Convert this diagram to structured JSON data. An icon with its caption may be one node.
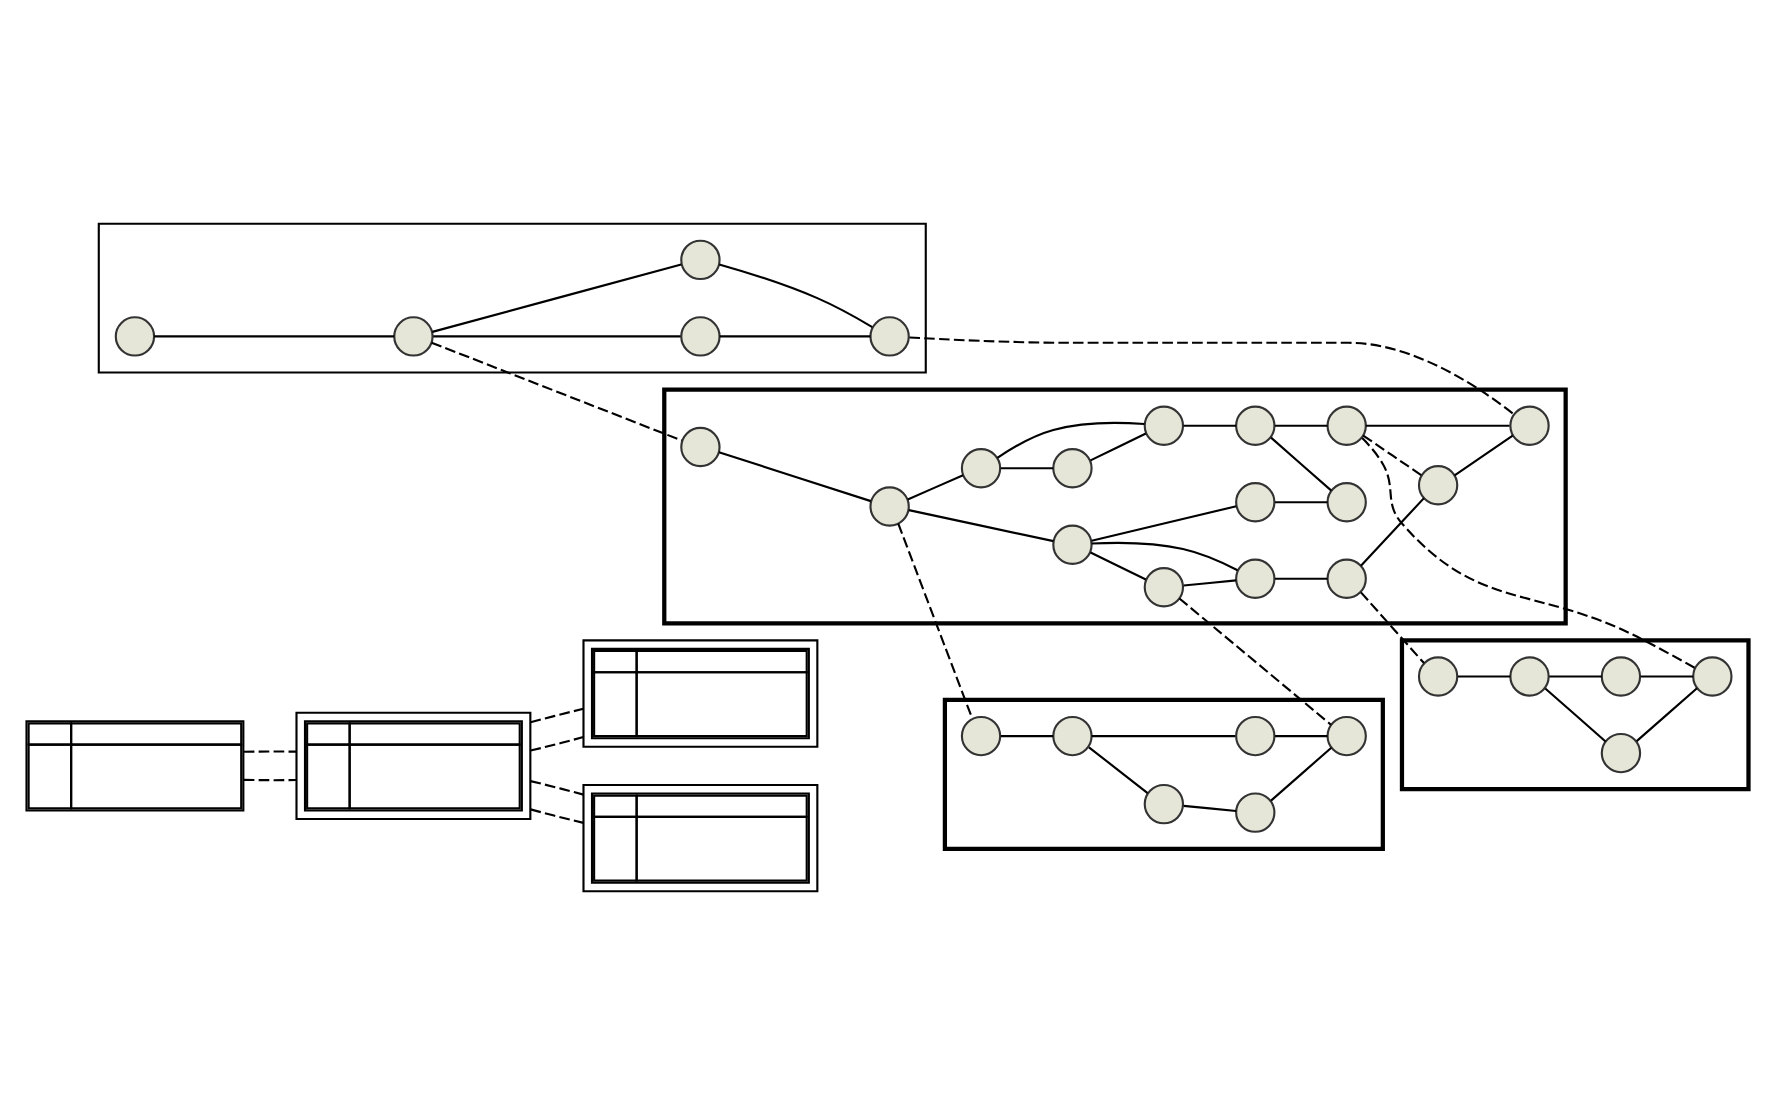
{
  "diagram": {
    "nodes": [
      {
        "text": [],
        "shape": "table"
      },
      {
        "text": [],
        "shape": "box"
      },
      {
        "text": [],
        "shape": "circle",
        "in": 1
      },
      {
        "text": [],
        "shape": "circle",
        "in": 1
      },
      {
        "text": [],
        "shape": "circle",
        "in": 1
      },
      {
        "text": [],
        "shape": "circle",
        "in": 1
      },
      {
        "text": [],
        "shape": "circle",
        "in": 1
      },
      {
        "text": [],
        "shape": "table"
      },
      {
        "text": [],
        "shape": "box"
      },
      {
        "text": [],
        "shape": "circle",
        "in": 8
      },
      {
        "text": [],
        "shape": "circle",
        "in": 8
      },
      {
        "text": [],
        "shape": "circle",
        "in": 8
      },
      {
        "text": [],
        "shape": "circle",
        "in": 8
      },
      {
        "text": [],
        "shape": "circle",
        "in": 8
      },
      {
        "text": [],
        "shape": "circle",
        "in": 8
      },
      {
        "text": [],
        "shape": "circle",
        "in": 8
      },
      {
        "text": [],
        "shape": "circle",
        "in": 8
      },
      {
        "text": [],
        "shape": "circle",
        "in": 8
      },
      {
        "text": [],
        "shape": "circle",
        "in": 8
      },
      {
        "text": [],
        "shape": "circle",
        "in": 8
      },
      {
        "text": [],
        "shape": "circle",
        "in": 8
      },
      {
        "text": [],
        "shape": "circle",
        "in": 8
      },
      {
        "text": [],
        "shape": "circle",
        "in": 8
      },
      {
        "text": [],
        "shape": "circle",
        "in": 8
      },
      {
        "text": [],
        "shape": "table"
      },
      {
        "text": [],
        "shape": "table"
      },
      {
        "text": [],
        "shape": "box"
      },
      {
        "text": [],
        "shape": "circle",
        "in": 26
      },
      {
        "text": [],
        "shape": "circle",
        "in": 26
      },
      {
        "text": [],
        "shape": "circle",
        "in": 26
      },
      {
        "text": [],
        "shape": "circle",
        "in": 26
      },
      {
        "text": [],
        "shape": "circle",
        "in": 26
      },
      {
        "text": [],
        "shape": "circle",
        "in": 26
      },
      {
        "text": [],
        "shape": "box"
      },
      {
        "text": [],
        "shape": "circle",
        "in": 33
      },
      {
        "text": [],
        "shape": "circle",
        "in": 33
      },
      {
        "text": [],
        "shape": "circle",
        "in": 33
      },
      {
        "text": [],
        "shape": "circle",
        "in": 33
      },
      {
        "text": [],
        "shape": "circle",
        "in": 33
      }
    ],
    "edges": [
      {
        "from": 0,
        "to": 7,
        "arrow": "none",
        "style": "dashed"
      },
      {
        "from": 0,
        "to": 7,
        "arrow": "none",
        "style": "dashed"
      },
      {
        "from": 7,
        "to": 24,
        "arrow": "none",
        "style": "dashed"
      },
      {
        "from": 7,
        "to": 24,
        "arrow": "none",
        "style": "dashed"
      },
      {
        "from": 7,
        "to": 25,
        "arrow": "none",
        "style": "dashed"
      },
      {
        "from": 7,
        "to": 25,
        "arrow": "none",
        "style": "dashed"
      },
      {
        "from": 2,
        "to": 3,
        "arrow": "none"
      },
      {
        "from": 3,
        "to": 4,
        "arrow": "none"
      },
      {
        "from": 4,
        "to": 5,
        "arrow": "none"
      },
      {
        "from": 3,
        "to": 6,
        "arrow": "none"
      },
      {
        "from": 6,
        "to": 5,
        "arrow": "none"
      },
      {
        "from": 3,
        "to": 9,
        "arrow": "none",
        "style": "dashed"
      },
      {
        "from": 5,
        "to": 16,
        "arrow": "none",
        "style": "dashed"
      },
      {
        "from": 9,
        "to": 10,
        "arrow": "none"
      },
      {
        "from": 10,
        "to": 11,
        "arrow": "none"
      },
      {
        "from": 10,
        "to": 19,
        "arrow": "none"
      },
      {
        "from": 11,
        "to": 12,
        "arrow": "none"
      },
      {
        "from": 12,
        "to": 13,
        "arrow": "none"
      },
      {
        "from": 11,
        "to": 13,
        "arrow": "none"
      },
      {
        "from": 13,
        "to": 14,
        "arrow": "none"
      },
      {
        "from": 14,
        "to": 15,
        "arrow": "none"
      },
      {
        "from": 15,
        "to": 16,
        "arrow": "none"
      },
      {
        "from": 14,
        "to": 18,
        "arrow": "none"
      },
      {
        "from": 17,
        "to": 18,
        "arrow": "none"
      },
      {
        "from": 19,
        "to": 17,
        "arrow": "none"
      },
      {
        "from": 19,
        "to": 21,
        "arrow": "none"
      },
      {
        "from": 19,
        "to": 20,
        "arrow": "none"
      },
      {
        "from": 20,
        "to": 21,
        "arrow": "none"
      },
      {
        "from": 21,
        "to": 22,
        "arrow": "none"
      },
      {
        "from": 22,
        "to": 23,
        "arrow": "none"
      },
      {
        "from": 23,
        "to": 16,
        "arrow": "none"
      },
      {
        "from": 15,
        "to": 23,
        "arrow": "none",
        "style": "dashed"
      },
      {
        "from": 10,
        "to": 27,
        "arrow": "none",
        "style": "dashed"
      },
      {
        "from": 20,
        "to": 31,
        "arrow": "none",
        "style": "dashed"
      },
      {
        "from": 22,
        "to": 34,
        "arrow": "none",
        "style": "dashed"
      },
      {
        "from": 15,
        "to": 37,
        "arrow": "none",
        "style": "dashed"
      },
      {
        "from": 27,
        "to": 28,
        "arrow": "none"
      },
      {
        "from": 28,
        "to": 29,
        "arrow": "none"
      },
      {
        "from": 29,
        "to": 30,
        "arrow": "none"
      },
      {
        "from": 30,
        "to": 31,
        "arrow": "none"
      },
      {
        "from": 28,
        "to": 32,
        "arrow": "none"
      },
      {
        "from": 32,
        "to": 31,
        "arrow": "none"
      },
      {
        "from": 34,
        "to": 35,
        "arrow": "none"
      },
      {
        "from": 35,
        "to": 36,
        "arrow": "none"
      },
      {
        "from": 36,
        "to": 37,
        "arrow": "none"
      },
      {
        "from": 35,
        "to": 38,
        "arrow": "none"
      },
      {
        "from": 38,
        "to": 37,
        "arrow": "none"
      }
    ]
  }
}
